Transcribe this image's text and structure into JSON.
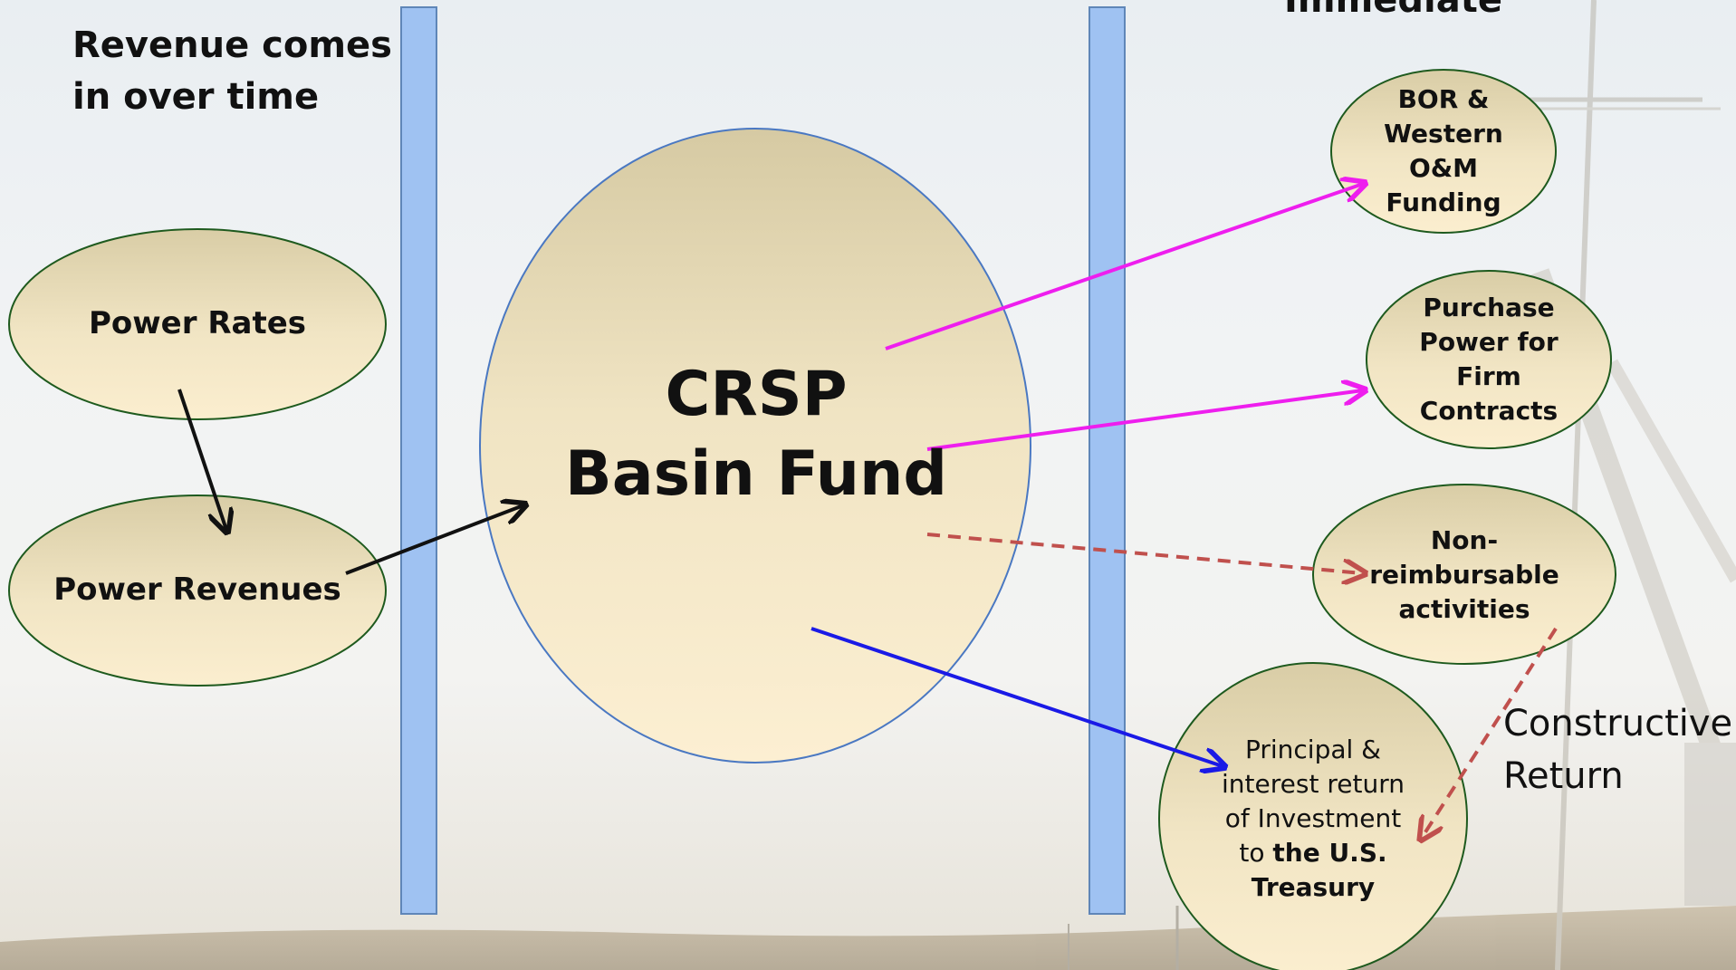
{
  "header": {
    "revenue_line1": "Revenue comes",
    "revenue_line2": "in over time",
    "immediate": "Immediate"
  },
  "nodes": {
    "power_rates": "Power Rates",
    "power_revenues": "Power Revenues",
    "basin_fund_line1": "CRSP",
    "basin_fund_line2": "Basin Fund",
    "bor_line1": "BOR &",
    "bor_line2": "Western",
    "bor_line3": "O&M",
    "bor_line4": "Funding",
    "purchase_line1": "Purchase",
    "purchase_line2": "Power for",
    "purchase_line3": "Firm",
    "purchase_line4": "Contracts",
    "nonreimb_line1": "Non-",
    "nonreimb_line2": "reimbursable",
    "nonreimb_line3": "activities",
    "treasury_line1": "Principal &",
    "treasury_line2": "interest return",
    "treasury_line3": "of Investment",
    "treasury_line4_plain": "to ",
    "treasury_line4_bold": "the U.S.",
    "treasury_line5": "Treasury"
  },
  "labels": {
    "constructive_line1": "Constructive",
    "constructive_line2": "Return"
  },
  "colors": {
    "node_fill_top": "#d9cda6",
    "node_fill_bottom": "#fbeccb",
    "node_stroke": "#1e5a1e",
    "fund_stroke": "#4a78c2",
    "bar_fill": "#9fc2f2",
    "bar_stroke": "#5f86b8",
    "arrow_black": "#111111",
    "arrow_magenta": "#ee1eee",
    "arrow_red_dashed": "#c0504d",
    "arrow_blue": "#1a1ae6"
  }
}
